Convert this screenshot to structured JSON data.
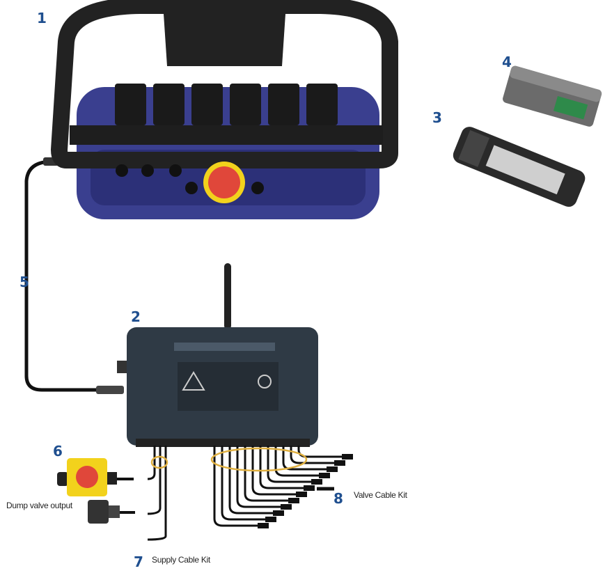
{
  "callouts": {
    "transmitter": "1",
    "receiver": "2",
    "battery_charger": "3",
    "battery": "4",
    "cable": "5",
    "stop_button": "6",
    "supply_cable": "7",
    "valve_cable": "8"
  },
  "labels": {
    "dump_valve_output": "Dump valve output",
    "supply_cable_kit": "Supply Cable Kit",
    "valve_cable_kit": "Valve Cable Kit"
  },
  "colors": {
    "callout": "#1f4f8f",
    "transmitter_body": "#3a3f8f",
    "receiver_body": "#2f3a45",
    "highlight_ring": "#e0b040",
    "stop_red": "#e0473a",
    "stop_yellow": "#f2d21c"
  }
}
